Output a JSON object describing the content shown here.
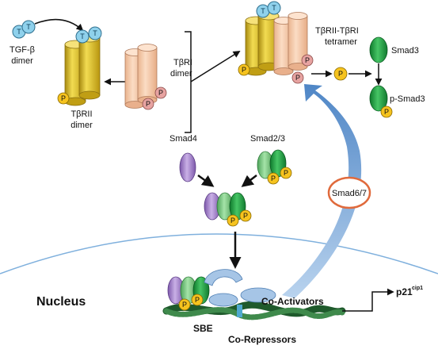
{
  "labels": {
    "tgf_beta_dimer": [
      "TGF-β",
      "dimer"
    ],
    "tbrii_dimer": [
      "TβRII",
      "dimer"
    ],
    "tbri_dimer": [
      "TβRI",
      "dimer"
    ],
    "tetramer": [
      "TβRII-TβRI",
      "tetramer"
    ],
    "smad3": "Smad3",
    "p_smad3": "p-Smad3",
    "smad4": "Smad4",
    "smad23": "Smad2/3",
    "smad67": "Smad6/7",
    "nucleus": "Nucleus",
    "co_activators": "Co-Activators",
    "co_repressors": "Co-Repressors",
    "sbe": "SBE",
    "p21": "p21",
    "p21_sup": "cip1"
  },
  "badges": {
    "t": "T",
    "p": "P"
  },
  "colors": {
    "tbrii": "#e0c120",
    "tbri": "#f5c7a3",
    "ligand": "#8fd1ec",
    "phospho": "#f6c31e",
    "receptor_p": "#e7a3a1",
    "smad_green": "#2aa84a",
    "smad4": "#a883cf",
    "inhibitor_arrow": "#7aa8d8",
    "inhibitor_ring": "#e06a3c",
    "dna": "#1f5a2c"
  }
}
